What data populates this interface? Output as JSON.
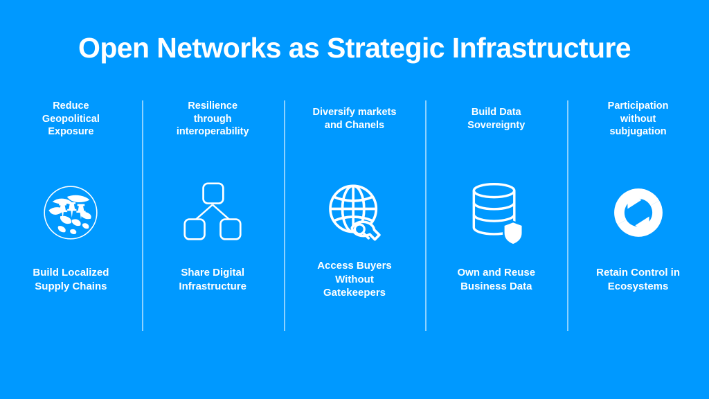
{
  "slide": {
    "background_color": "#0099FF",
    "text_color": "#FFFFFF",
    "divider_color": "rgba(255,255,255,0.55)",
    "title": "Open Networks as Strategic Infrastructure"
  },
  "columns": [
    {
      "heading": "Reduce\nGeopolitical\nExposure",
      "heading_line1": "Reduce",
      "heading_line2": "Geopolitical",
      "heading_line3": "Exposure",
      "icon": "globe-with-map-pins-icon",
      "footer_line1": "Build Localized",
      "footer_line2": "Supply Chains"
    },
    {
      "heading_line1": "Resilience",
      "heading_line2": "through",
      "heading_line3": "interoperability",
      "icon": "network-hierarchy-icon",
      "footer_line1": "Share Digital",
      "footer_line2": "Infrastructure"
    },
    {
      "heading_line1": "Diversify markets",
      "heading_line2": "and Chanels",
      "heading_line3": "",
      "icon": "globe-search-icon",
      "footer_line1": "Access Buyers",
      "footer_line2": "Without",
      "footer_line3": "Gatekeepers"
    },
    {
      "heading_line1": "Build Data",
      "heading_line2": "Sovereignty",
      "heading_line3": "",
      "icon": "database-shield-icon",
      "footer_line1": "Own and Reuse",
      "footer_line2": "Business Data"
    },
    {
      "heading_line1": "Participation",
      "heading_line2": "without",
      "heading_line3": "subjugation",
      "icon": "refresh-cycle-icon",
      "footer_line1": "Retain Control in",
      "footer_line2": "Ecosystems"
    }
  ]
}
